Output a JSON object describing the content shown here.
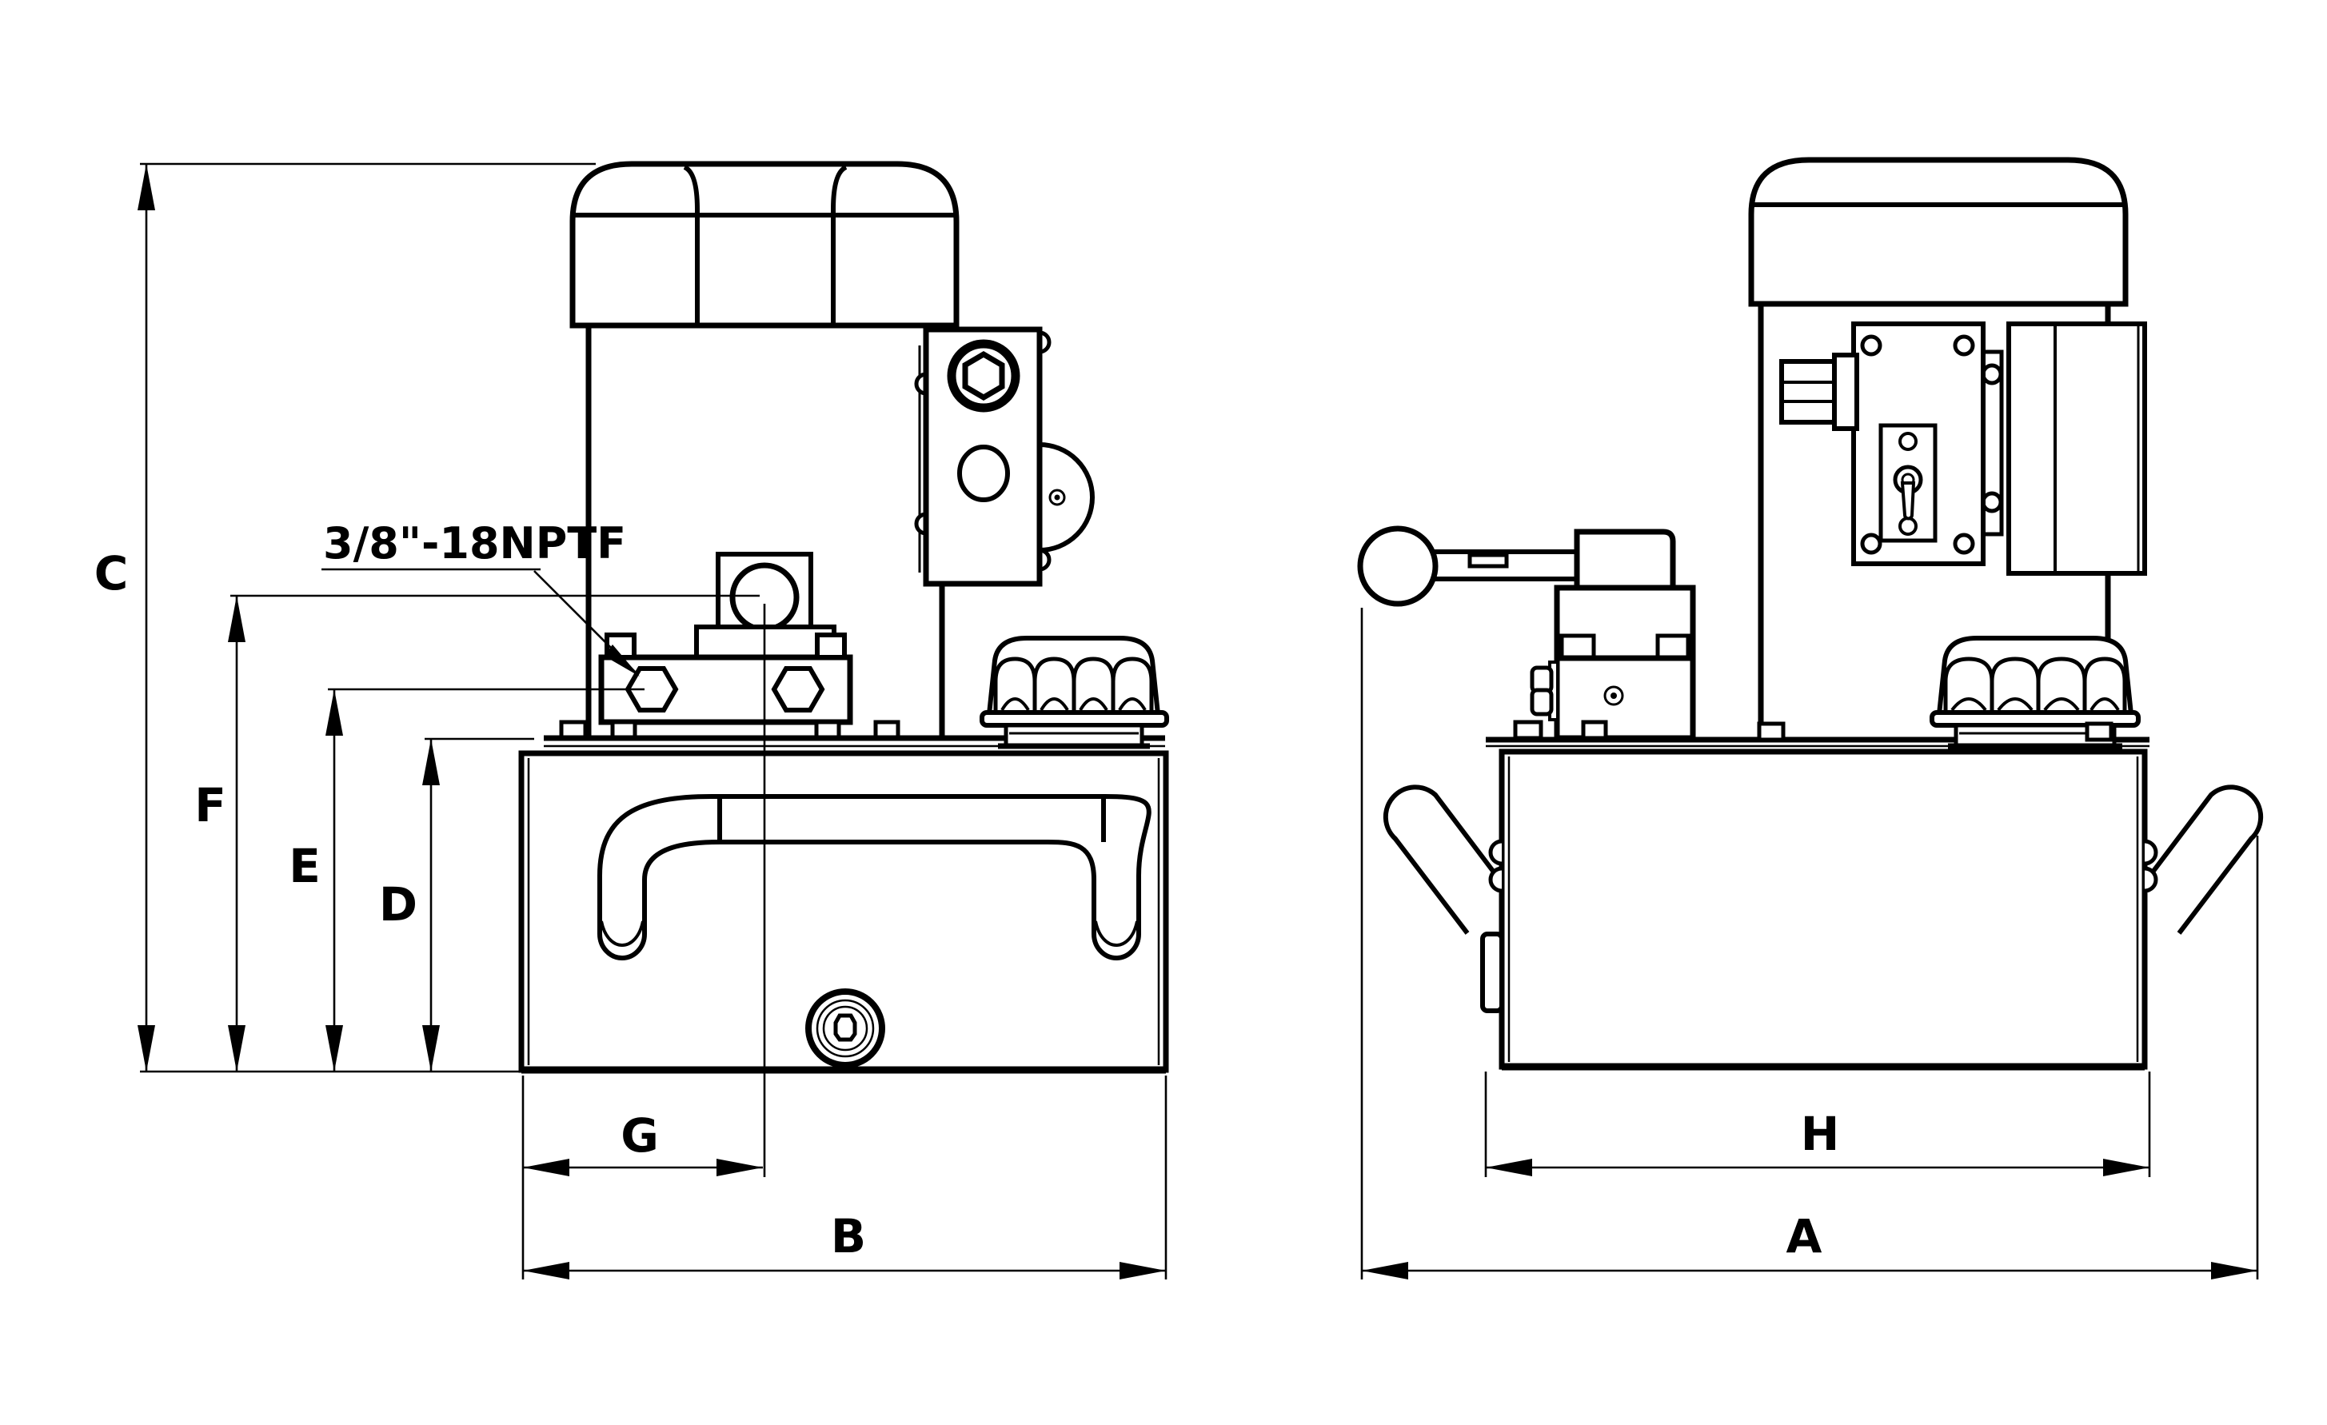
{
  "drawing": {
    "type": "technical-dimension-drawing",
    "subject": "hydraulic power unit (motor, pump manifold, reservoir tank) front and side views",
    "colors": {
      "ink": "#000000",
      "paper": "#ffffff"
    }
  },
  "labels": {
    "a": "A",
    "b": "B",
    "c": "C",
    "d": "D",
    "e": "E",
    "f": "F",
    "g": "G",
    "h": "H",
    "port_thread": "3/8\"-18NPTF"
  }
}
